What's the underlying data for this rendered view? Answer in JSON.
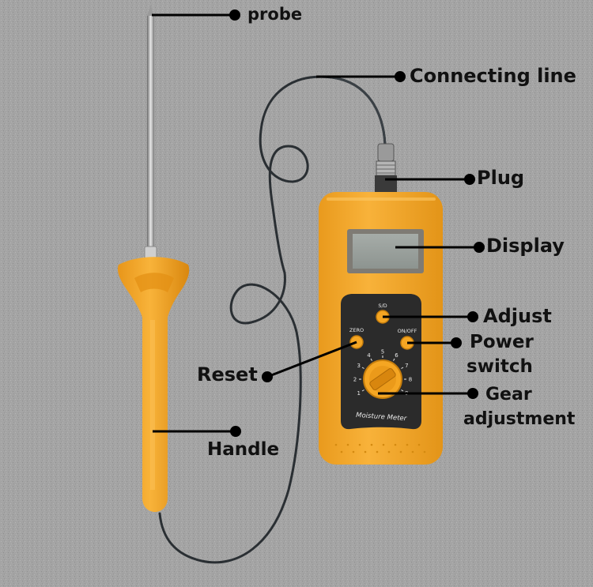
{
  "labels": {
    "probe": "probe",
    "connecting_line": "Connecting line",
    "plug": "Plug",
    "display": "Display",
    "adjust": "Adjust",
    "power_switch_line1": "Power",
    "power_switch_line2": "switch",
    "reset": "Reset",
    "gear_adjustment_line1": "Gear",
    "gear_adjustment_line2": "adjustment",
    "handle": "Handle"
  },
  "device": {
    "button_sd": "S/D",
    "button_zero": "ZERO",
    "button_onoff": "ON/OFF",
    "name": "Moisture Meter",
    "dial_numbers": [
      "1",
      "2",
      "3",
      "4",
      "5",
      "6",
      "7",
      "8",
      "9"
    ]
  },
  "colors": {
    "background": "#a3a3a3",
    "meter_body": "#f5a623",
    "meter_panel": "#2b2b2b",
    "lcd": "#9aa19d",
    "leader_line": "#000000"
  }
}
